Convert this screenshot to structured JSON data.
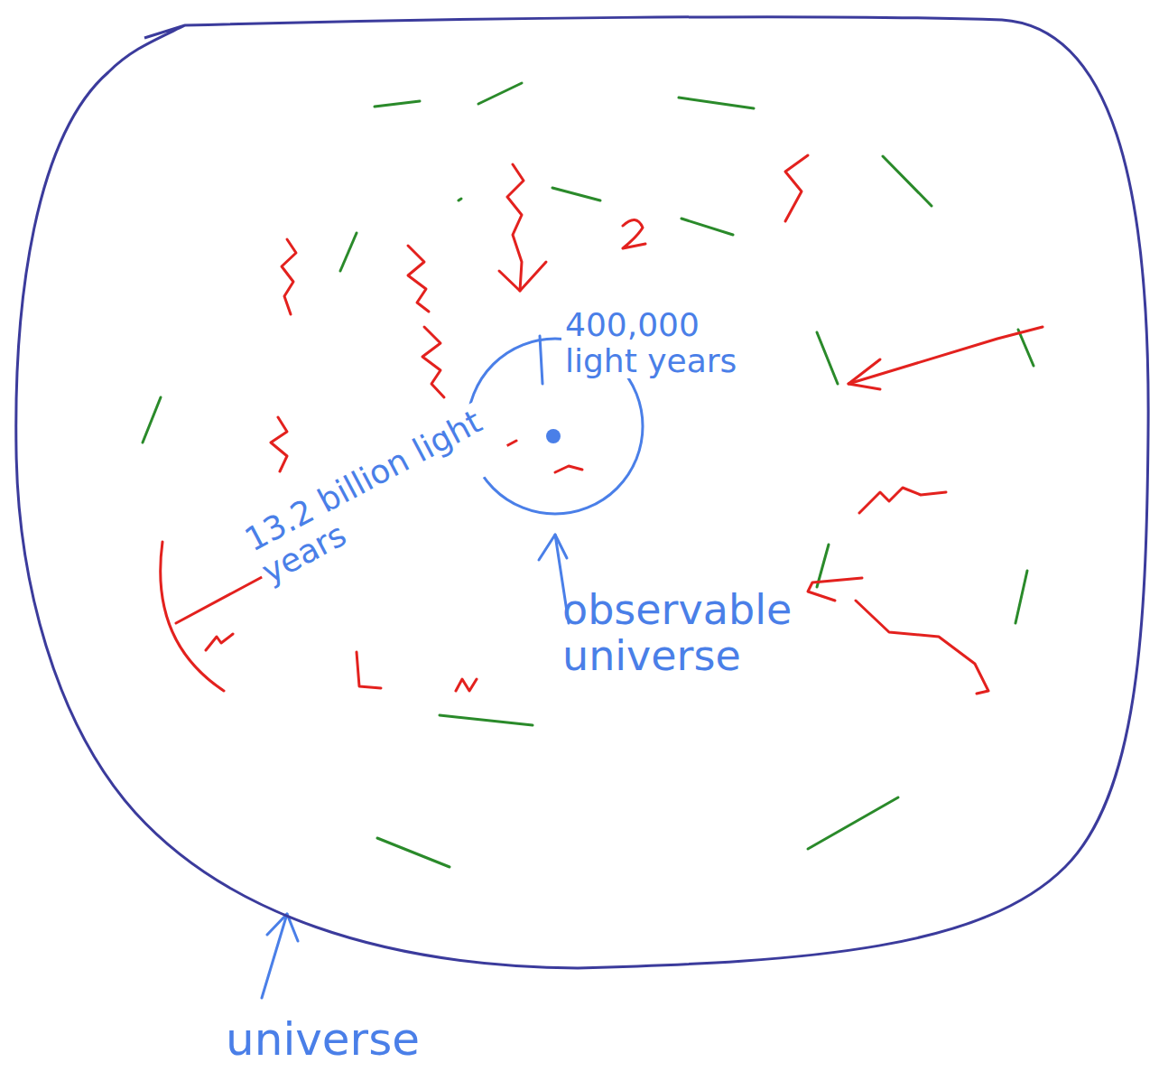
{
  "diagram": {
    "nodes": [
      {
        "text": [
          "universe"
        ]
      },
      {
        "text": [
          "observable universe"
        ],
        "in": 0
      }
    ],
    "labels": [
      "400,000 light years",
      "13.2 billion light years"
    ]
  }
}
